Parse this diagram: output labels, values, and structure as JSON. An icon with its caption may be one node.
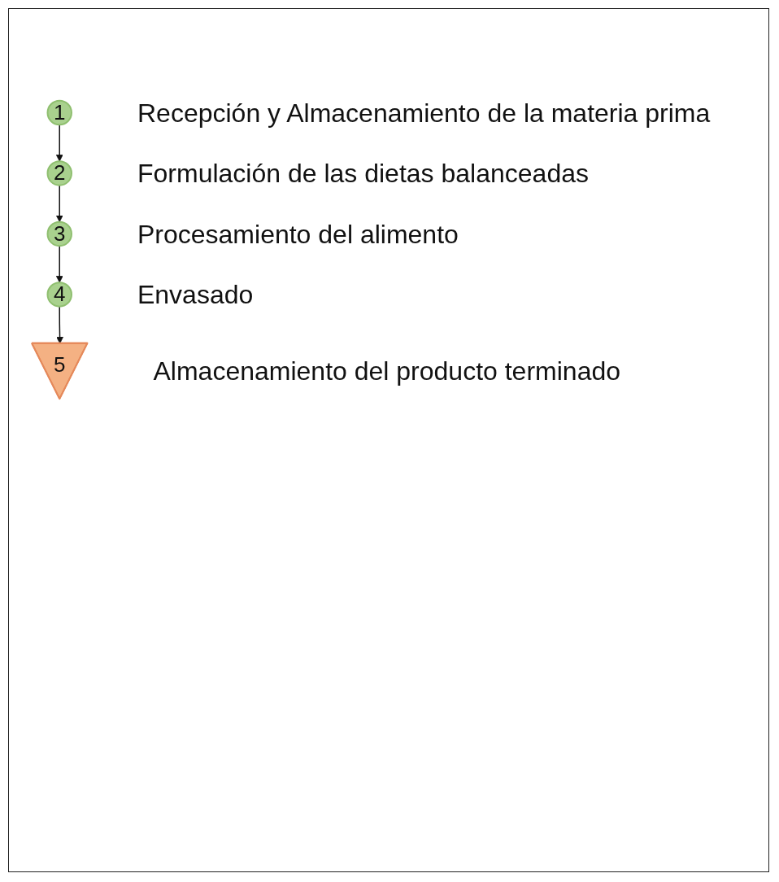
{
  "diagram": {
    "nodes": [
      {
        "text": [
          "1"
        ],
        "beside": [
          "Recepción y Almacenamiento de la materia prima"
        ]
      },
      {
        "text": [
          "2"
        ],
        "beside": [
          "Formulación de las dietas balanceadas"
        ]
      },
      {
        "text": [
          "3"
        ],
        "beside": [
          "Procesamiento del alimento"
        ]
      },
      {
        "text": [
          "4"
        ],
        "beside": [
          "Envasado"
        ]
      },
      {
        "text": [
          "5"
        ],
        "beside": [
          "Almacenamiento del producto terminado"
        ]
      }
    ],
    "edges": [
      {
        "from": 0,
        "to": 1,
        "arrow": "to"
      },
      {
        "from": 1,
        "to": 2,
        "arrow": "to"
      },
      {
        "from": 2,
        "to": 3,
        "arrow": "to"
      },
      {
        "from": 3,
        "to": 4,
        "arrow": "to"
      }
    ]
  }
}
